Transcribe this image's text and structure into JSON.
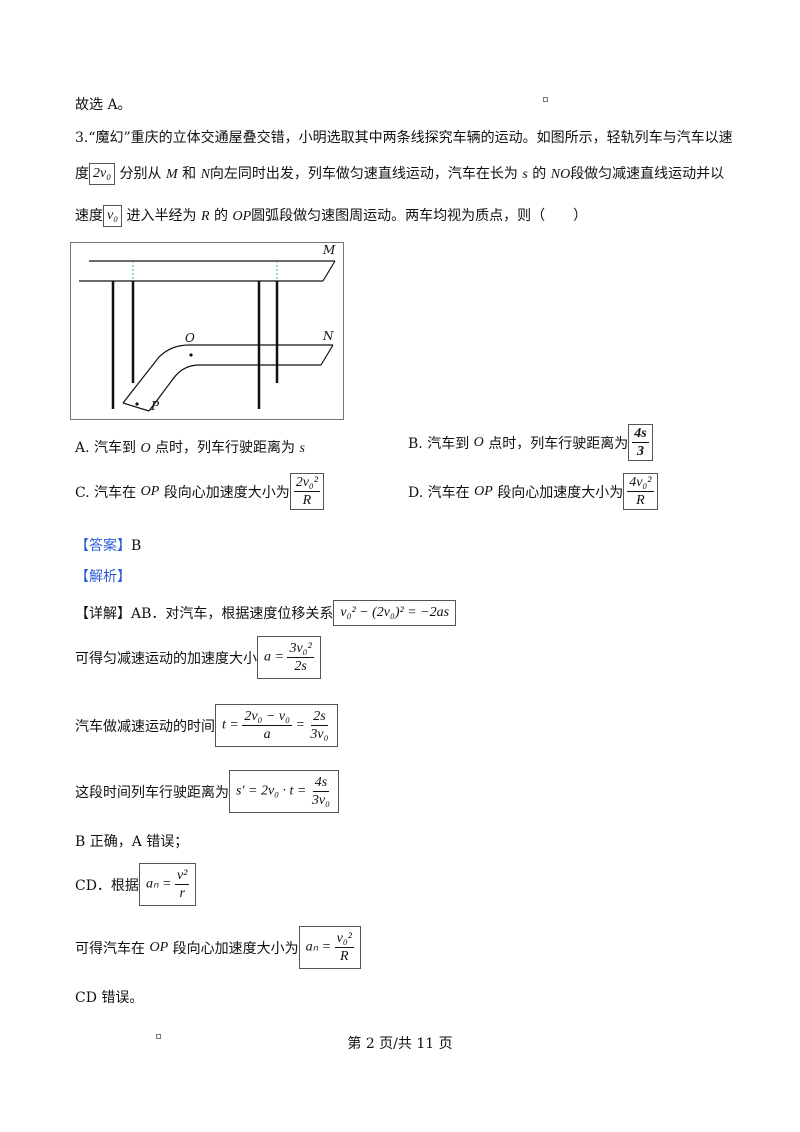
{
  "top_line": "故选 A。",
  "question": {
    "line1": "3.“魔幻”重庆的立体交通屋叠交错，小明选取其中两条线探究车辆的运动。如图所示，轻轨列车与汽车以速",
    "line2_a": "度",
    "line2_speed": "2v₀",
    "line2_b": "分别从",
    "line2_M": "M",
    "line2_c": "和",
    "line2_N": "N",
    "line2_d": "向左同时出发，列车做匀速直线运动，汽车在长为",
    "line2_s": "s",
    "line2_e": "的",
    "line2_NO": "NO",
    "line2_f": "段做匀减速直线运动并以",
    "line3_a": "速度",
    "line3_speed": "v₀",
    "line3_b": "进入半经为",
    "line3_R": "R",
    "line3_c": "的",
    "line3_OP": "OP",
    "line3_d": "圆弧段做匀速图周运动。两车均视为质点，则（　　）"
  },
  "figure": {
    "label_M": "M",
    "label_N": "N",
    "label_O": "O",
    "label_P": "P"
  },
  "options": {
    "A": {
      "pre": "A. 汽车到",
      "var": "O",
      "post": "点时，列车行驶距离为",
      "tail": "s"
    },
    "B": {
      "pre": "B. 汽车到",
      "var": "O",
      "post": "点时，列车行驶距离为",
      "num": "4s",
      "den": "3"
    },
    "C": {
      "pre": "C. 汽车在",
      "var": "OP",
      "post": "段向心加速度大小为",
      "num": "2v₀²",
      "den": "R"
    },
    "D": {
      "pre": "D. 汽车在",
      "var": "OP",
      "post": "段向心加速度大小为",
      "num": "4v₀²",
      "den": "R"
    }
  },
  "answer": {
    "label": "【答案】",
    "value": "B"
  },
  "analysis_label": "【解析】",
  "detail": {
    "label": "【详解】",
    "l1": "AB．对汽车，根据速度位移关系",
    "f1": "v₀² − (2v₀)² = −2as",
    "l2": "可得匀减速运动的加速度大小",
    "f2_lhs": "a =",
    "f2_num": "3v₀²",
    "f2_den": "2s",
    "l3": "汽车做减速运动的时间",
    "f3_lhs": "t =",
    "f3_num1": "2v₀ − v₀",
    "f3_den1": "a",
    "f3_eq": "=",
    "f3_num2": "2s",
    "f3_den2": "3v₀",
    "l4": "这段时间列车行驶距离为",
    "f4_lhs": "s′ = 2v₀ · t =",
    "f4_num": "4s",
    "f4_den": "3v₀",
    "l5": "B 正确，A 错误；",
    "l6": "CD．根据",
    "f6_lhs": "aₙ =",
    "f6_num": "v²",
    "f6_den": "r",
    "l7_a": "可得汽车在",
    "l7_var": "OP",
    "l7_b": "段向心加速度大小为",
    "f7_lhs": "aₙ =",
    "f7_num": "v₀²",
    "f7_den": "R",
    "l8": "CD 错误。"
  },
  "footer": "第 2 页/共 11 页"
}
